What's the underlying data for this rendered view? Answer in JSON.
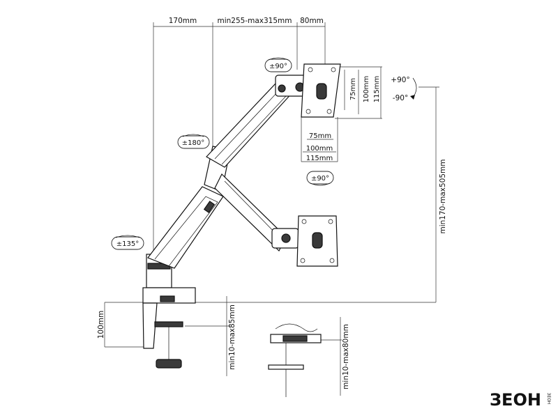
{
  "top_dimensions": {
    "arm_base": "170mm",
    "arm_extension": "min255-max315mm",
    "head_depth": "80mm"
  },
  "rotation_labels": {
    "head_tilt": "±90°",
    "elbow_swivel": "±180°",
    "base_swivel": "±135°",
    "plate_rotation": "±90°",
    "tilt_up": "+90°",
    "tilt_down": "-90°"
  },
  "vesa_dimensions": {
    "vertical_75": "75mm",
    "vertical_100": "100mm",
    "vertical_115": "115mm",
    "horizontal_75": "75mm",
    "horizontal_100": "100mm",
    "horizontal_115": "115mm"
  },
  "height_dimensions": {
    "arm_height": "min170-max505mm",
    "clamp_height": "100mm",
    "clamp_range": "min10-max85mm",
    "grommet_range": "min10-max80mm"
  },
  "brand": {
    "name": "ЗЕОН",
    "sub": "ЗЕОН"
  }
}
